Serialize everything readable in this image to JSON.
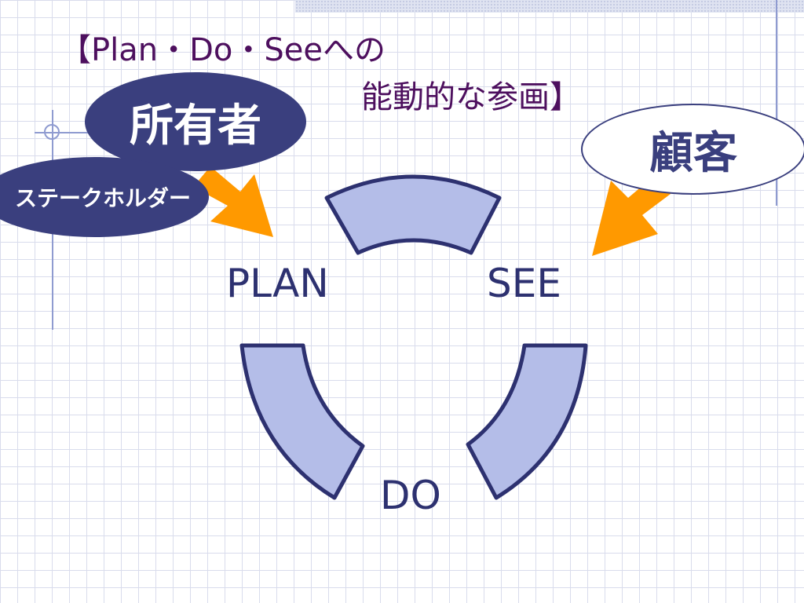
{
  "title": {
    "line1": "【Plan・Do・Seeへの",
    "line2": "能動的な参画】"
  },
  "bubbles": {
    "owner": "所有者",
    "stakeholder": "ステークホルダー",
    "customer": "顧客"
  },
  "cycle": {
    "plan": "PLAN",
    "see": "SEE",
    "do": "DO"
  },
  "colors": {
    "title_text": "#4d0f5e",
    "bubble_fill": "#3a3f7e",
    "arc_fill": "#b4bde8",
    "arc_stroke": "#2d3170",
    "arrow": "#ff9900",
    "stage_text": "#2d3170",
    "grid": "#d9dcec"
  }
}
